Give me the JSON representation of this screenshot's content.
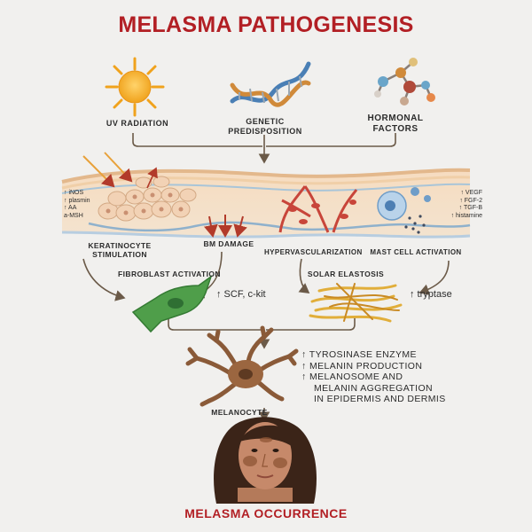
{
  "title": "MELASMA PATHOGENESIS",
  "factors": [
    {
      "label": "UV RADIATION",
      "icon": "sun-icon"
    },
    {
      "label_lines": [
        "GENETIC",
        "PREDISPOSITION"
      ],
      "icon": "dna-icon"
    },
    {
      "label_lines": [
        "HORMONAL",
        "FACTORS"
      ],
      "icon": "molecule-icon"
    }
  ],
  "skin_labels": {
    "keratinocyte": [
      "KERATINOCYTE",
      "STIMULATION"
    ],
    "bm_damage": "BM DAMAGE",
    "hypervascularization": "HYPERVASCULARIZATION",
    "mast_cell": "MAST CELL ACTIVATION"
  },
  "left_markers": [
    "↑ iNOS",
    "↑ plasmin",
    "↑ AA",
    "a-MSH"
  ],
  "right_markers": [
    "↑ VEGF",
    "↑ FGF-2",
    "↑ TGF-B",
    "↑ histamine"
  ],
  "fibroblast": {
    "label": "FIBROBLAST ACTIVATION",
    "effect": "↑ SCF, c-kit"
  },
  "elastosis": {
    "label": "SOLAR ELASTOSIS",
    "effect": "↑ tryptase"
  },
  "melanocyte": {
    "label": "MELANOCYTE",
    "effects": [
      "↑ TYROSINASE ENZYME",
      "↑ MELANIN PRODUCTION",
      "↑ MELANOSOME AND",
      "MELANIN AGGREGATION",
      "IN EPIDERMIS AND DERMIS"
    ]
  },
  "outcome": "MELASMA OCCURRENCE",
  "colors": {
    "title_red": "#b21f24",
    "arrow": "#6b5a48",
    "text": "#2c2c2c"
  }
}
